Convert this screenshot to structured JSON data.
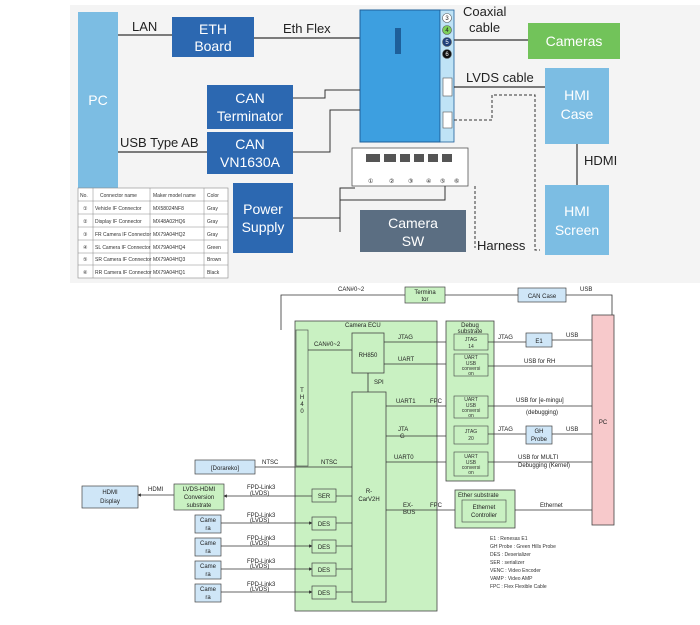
{
  "top": {
    "pc": "PC",
    "eth_board_1": "ETH",
    "eth_board_2": "Board",
    "lan": "LAN",
    "eth_flex": "Eth Flex",
    "coaxial_1": "Coaxial",
    "coaxial_2": "cable",
    "cameras": "Cameras",
    "lvds_cable": "LVDS cable",
    "hmi_case_1": "HMI",
    "hmi_case_2": "Case",
    "hdmi": "HDMI",
    "hmi_screen_1": "HMI",
    "hmi_screen_2": "Screen",
    "can_term_1": "CAN",
    "can_term_2": "Terminator",
    "can_vn_1": "CAN",
    "can_vn_2": "VN1630A",
    "usb_type_ab": "USB Type AB",
    "power_1": "Power",
    "power_2": "Supply",
    "camera_sw_1": "Camera",
    "camera_sw_2": "SW",
    "harness": "Harness",
    "port_numbers": [
      "3",
      "4",
      "5",
      "6"
    ],
    "connector_numbers": [
      "①",
      "②",
      "③",
      "④",
      "⑤",
      "⑥"
    ],
    "table": {
      "headers": [
        "No.",
        "Connector name",
        "Maker model name",
        "Color"
      ],
      "rows": [
        [
          "①",
          "Vehicle IF Connector",
          "MX58024NF8",
          "Gray"
        ],
        [
          "②",
          "Display IF Connector",
          "MX48A02HQ6",
          "Gray"
        ],
        [
          "③",
          "FR Camera IF Connector",
          "MX79A04HQ2",
          "Gray"
        ],
        [
          "④",
          "SL Camera IF Connector",
          "MX79A04HQ4",
          "Green"
        ],
        [
          "⑤",
          "SR Camera IF Connector",
          "MX79A04HQ3",
          "Brown"
        ],
        [
          "⑥",
          "RR Camera IF Connector",
          "MX79A04HQ1",
          "Black"
        ]
      ]
    }
  },
  "bottom": {
    "can_top": "CAN#0~2",
    "usb_top": "USB",
    "terminator_1": "Termina",
    "terminator_2": "tor",
    "can_case": "CAN Case",
    "camera_ecu": "Camera ECU",
    "debug_1": "Debug",
    "debug_2": "substrate",
    "th40": [
      "T",
      "H",
      "4",
      "0"
    ],
    "can_inner": "CAN#0~2",
    "rh850": "RH850",
    "spi": "SPI",
    "rcar_1": "R-",
    "rcar_2": "CarV2H",
    "jtag_1": "JTAG",
    "uart_1": "UART",
    "uart_2": "UART1",
    "jtag_2a": "JTA",
    "jtag_2b": "G",
    "uart_3": "UART0",
    "ntsc_1": "NTSC",
    "ntsc_2": "NTSC",
    "exbus_1": "EX-",
    "exbus_2": "BUS",
    "fpc_1": "FPC",
    "fpc_2": "FPC",
    "dbg_jtag14_1": "JTAG",
    "dbg_jtag14_2": "14",
    "dbg_uart1_1": "UART",
    "dbg_uart1_2": "USB",
    "dbg_uart1_3": "conversi",
    "dbg_uart1_4": "on",
    "dbg_uart2_1": "UART",
    "dbg_uart2_2": "USB",
    "dbg_uart2_3": "conversi",
    "dbg_uart2_4": "on",
    "dbg_jtag20_1": "JTAG",
    "dbg_jtag20_2": "20",
    "dbg_uart3_1": "UART",
    "dbg_uart3_2": "USB",
    "dbg_uart3_3": "conversi",
    "dbg_uart3_4": "on",
    "ether_sub": "Ether substrate",
    "eth_ctrl_1": "Ethernet",
    "eth_ctrl_2": "Controller",
    "jtag_r": "JTAG",
    "usb_e1": "USB",
    "e1": "E1",
    "usb_rh": "USB for RH",
    "usb_emingu": "USB for [e-mingu]",
    "debugging": "(debugging)",
    "jtag_gh": "JTAG",
    "usb_gh": "USB",
    "gh_1": "GH",
    "gh_2": "Probe",
    "usb_multi": "USB for MULTI",
    "debugging_kernel": "Debugging (Kernel)",
    "ethernet": "Ethernet",
    "pc": "PC",
    "dorareko": "[Dorareko]",
    "hdmi_disp_1": "HDMI",
    "hdmi_disp_2": "Display",
    "hdmi_line": "HDMI",
    "lvds_hdmi_1": "LVDS-HDMI",
    "lvds_hdmi_2": "Conversion",
    "lvds_hdmi_3": "substrate",
    "ser": "SER",
    "des": [
      "DES",
      "DES",
      "DES",
      "DES"
    ],
    "fpd": [
      [
        "FPD-Link3",
        "(LVDS)"
      ],
      [
        "FPD-Link3",
        "(LVDS)"
      ],
      [
        "FPD-Link3",
        "(LVDS)"
      ],
      [
        "FPD-Link3",
        "(LVDS)"
      ],
      [
        "FPD-Link3",
        "(LVDS)"
      ]
    ],
    "camera": [
      [
        "Came",
        "ra"
      ],
      [
        "Came",
        "ra"
      ],
      [
        "Came",
        "ra"
      ],
      [
        "Came",
        "ra"
      ]
    ],
    "legend": [
      "E1 : Renesas E1",
      "GH Probe : Green Hills Probe",
      "DES : Deserializer",
      "SER : serializer",
      "VENC : Video Encoder",
      "VAMP : Video AMP",
      "FPC : Flex Flexible Cable"
    ]
  }
}
